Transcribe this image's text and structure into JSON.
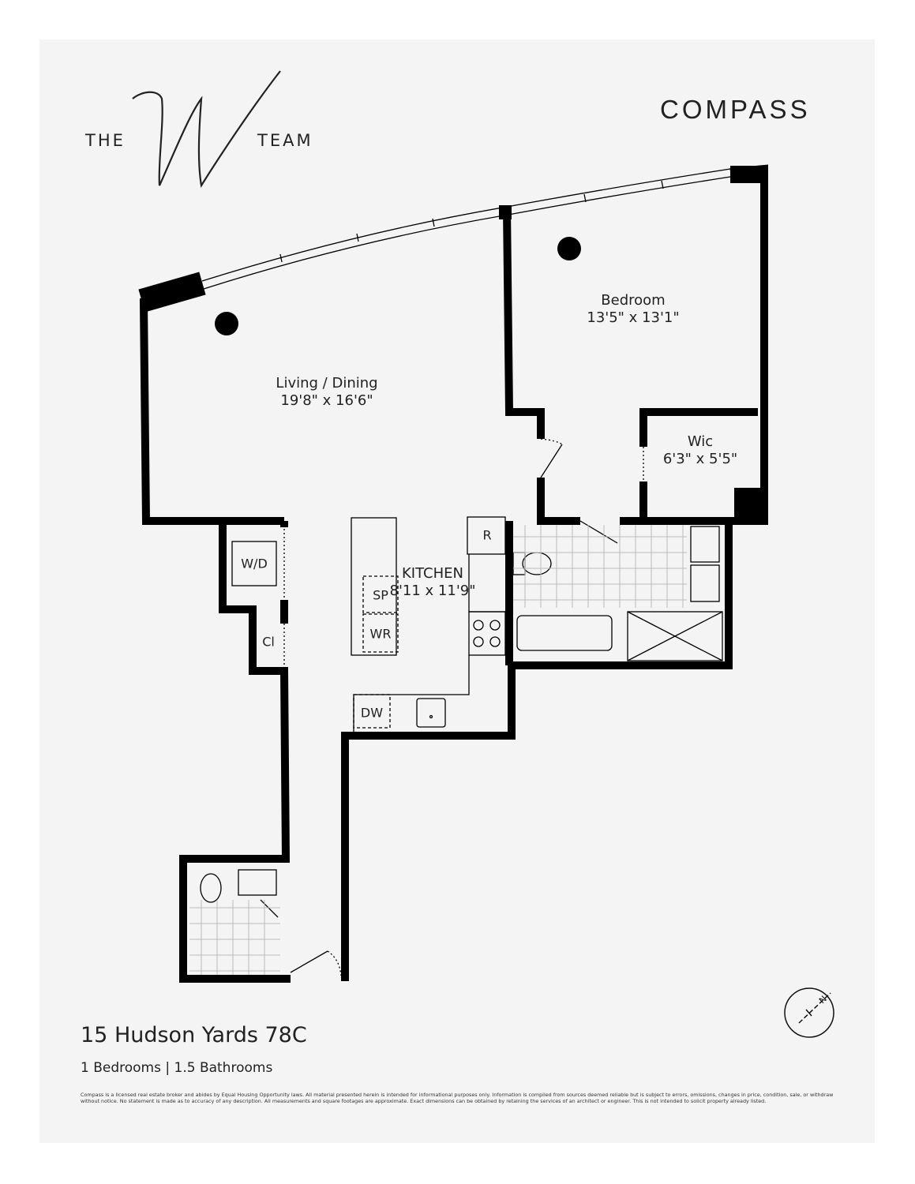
{
  "logo": {
    "left": "THE",
    "script_letter": "W",
    "right": "TEAM"
  },
  "brand": "COMPASS",
  "rooms": [
    {
      "name": "Living / Dining",
      "size": "19'8\" x 16'6\""
    },
    {
      "name": "Bedroom",
      "size": "13'5\" x 13'1\""
    },
    {
      "name": "Wic",
      "size": "6'3\" x 5'5\""
    },
    {
      "name": "KITCHEN",
      "size": "8'11 x 11'9\""
    }
  ],
  "fixtures": {
    "wd": "W/D",
    "closet": "Cl",
    "refrigerator": "R",
    "pantry": "SP",
    "wine": "WR",
    "dishwasher": "DW"
  },
  "compass_letter": "N",
  "listing": {
    "address": "15 Hudson Yards 78C",
    "summary": "1 Bedrooms | 1.5 Bathrooms"
  },
  "disclaimer": "Compass is a licensed real estate broker and abides by Equal Housing Opportunity laws. All material presented herein is intended for informational purposes only. Information is compiled from sources deemed reliable but is subject to errors, omissions, changes in price, condition, sale, or withdraw without notice. No statement is made as to accuracy of any description. All measurements and square footages are approximate. Exact dimensions can be obtained by retaining the services of an architect or engineer. This is not intended to solicit property already listed.",
  "colors": {
    "background": "#f4f4f4",
    "wall": "#000000",
    "text": "#222222"
  }
}
